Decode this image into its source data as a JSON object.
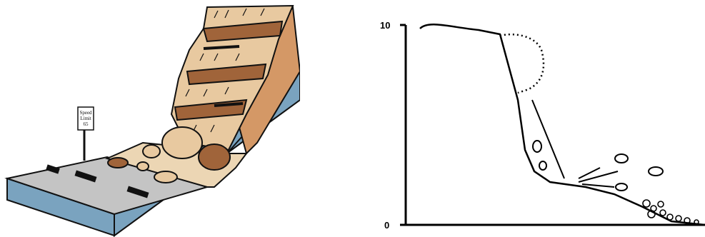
{
  "left_diagram": {
    "sign": {
      "line1": "Speed",
      "line2": "Limit",
      "line3": "65"
    },
    "colors": {
      "water_side": "#7aa3bf",
      "cliff_face": "#e8c9a0",
      "rock_band": "#a0643a",
      "cliff_side": "#d9a070",
      "road": "#bfbfbf",
      "ground": "#f0dcc0"
    }
  },
  "right_diagram": {
    "y_axis": {
      "top_label": "10",
      "bottom_label": "0"
    }
  }
}
